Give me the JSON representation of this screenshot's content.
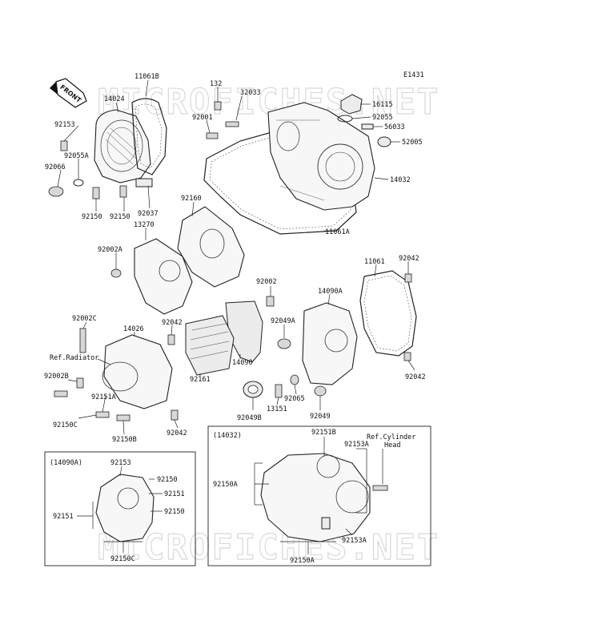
{
  "diagram_code": "E1431",
  "watermarks": [
    "MICROFICHES.NET",
    "MICROFICHES.NET"
  ],
  "front_label": "FRONT",
  "labels": {
    "p14024": "14024",
    "p11061B": "11061B",
    "p132": "132",
    "p32033": "32033",
    "p16115": "16115",
    "p92055": "92055",
    "p56033": "56033",
    "p52005": "52005",
    "p92153": "92153",
    "p92001": "92001",
    "p92055A": "92055A",
    "p92066": "92066",
    "p14032": "14032",
    "p92160": "92160",
    "p92037": "92037",
    "p92150a": "92150",
    "p92150b": "92150",
    "p13270": "13270",
    "p11061A": "11061A",
    "p92002A": "92002A",
    "p11061": "11061",
    "p92042a": "92042",
    "p92002": "92002",
    "p14090A": "14090A",
    "p92002C": "92002C",
    "p14026": "14026",
    "p92042b": "92042",
    "p92049A": "92049A",
    "pRefRadiator": "Ref.Radiator",
    "p14090": "14090",
    "p92002B": "92002B",
    "p92161": "92161",
    "p92042c": "92042",
    "p92151A": "92151A",
    "p92065": "92065",
    "p13151": "13151",
    "p92150C": "92150C",
    "p92049B": "92049B",
    "p92049": "92049",
    "p92150B": "92150B",
    "p92042d": "92042"
  },
  "inset_right": {
    "title": "(14032)",
    "labels": {
      "p92151B": "92151B",
      "pRefCylinder": "Ref.Cylinder",
      "pHead": "Head",
      "p92153A_top": "92153A",
      "p92150A_left": "92150A",
      "p92153A_bottom": "92153A",
      "p92150A_bottom": "92150A"
    }
  },
  "inset_left": {
    "title": "(14090A)",
    "labels": {
      "p92153": "92153",
      "p92150a": "92150",
      "p92151a": "92151",
      "p92150b": "92150",
      "p92151b": "92151",
      "p92150C": "92150C"
    }
  }
}
